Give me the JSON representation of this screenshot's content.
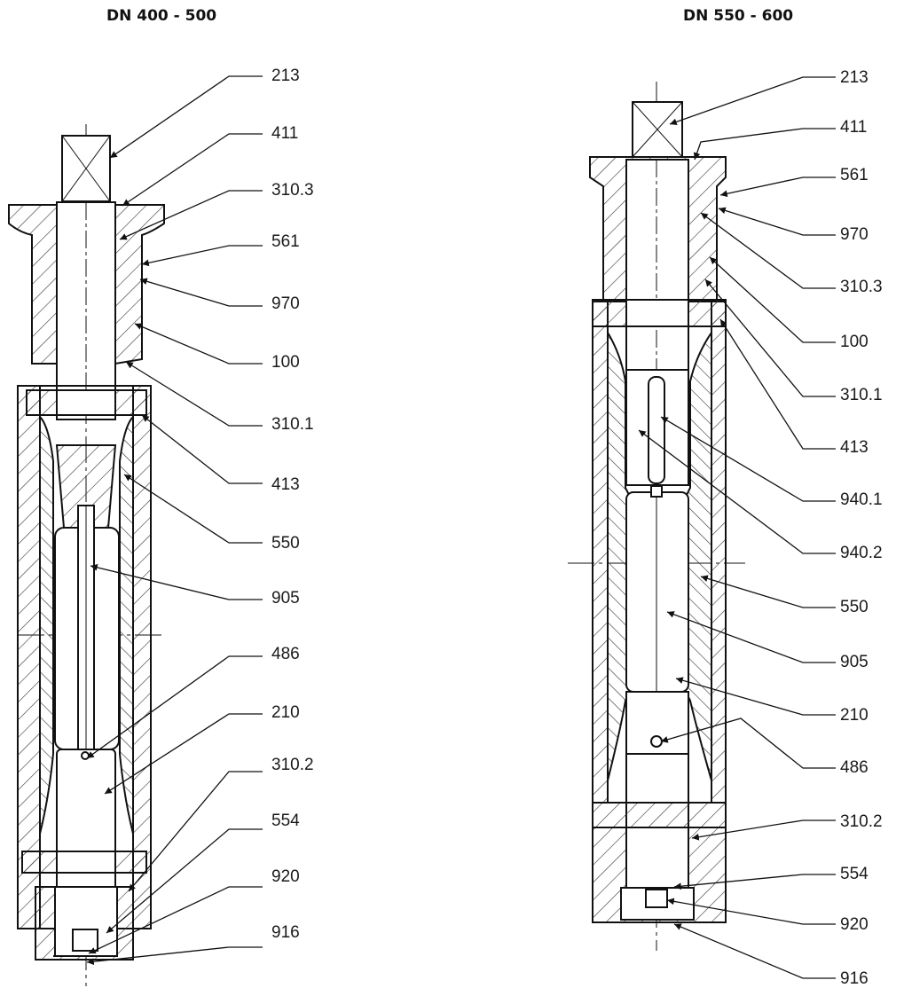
{
  "left": {
    "title": "DN 400 - 500",
    "labels": [
      "213",
      "411",
      "310.3",
      "561",
      "970",
      "100",
      "310.1",
      "413",
      "550",
      "905",
      "486",
      "210",
      "310.2",
      "554",
      "920",
      "916"
    ]
  },
  "right": {
    "title": "DN 550 - 600",
    "labels": [
      "213",
      "411",
      "561",
      "970",
      "310.3",
      "100",
      "310.1",
      "413",
      "940.1",
      "940.2",
      "550",
      "905",
      "210",
      "486",
      "310.2",
      "554",
      "920",
      "916"
    ]
  }
}
